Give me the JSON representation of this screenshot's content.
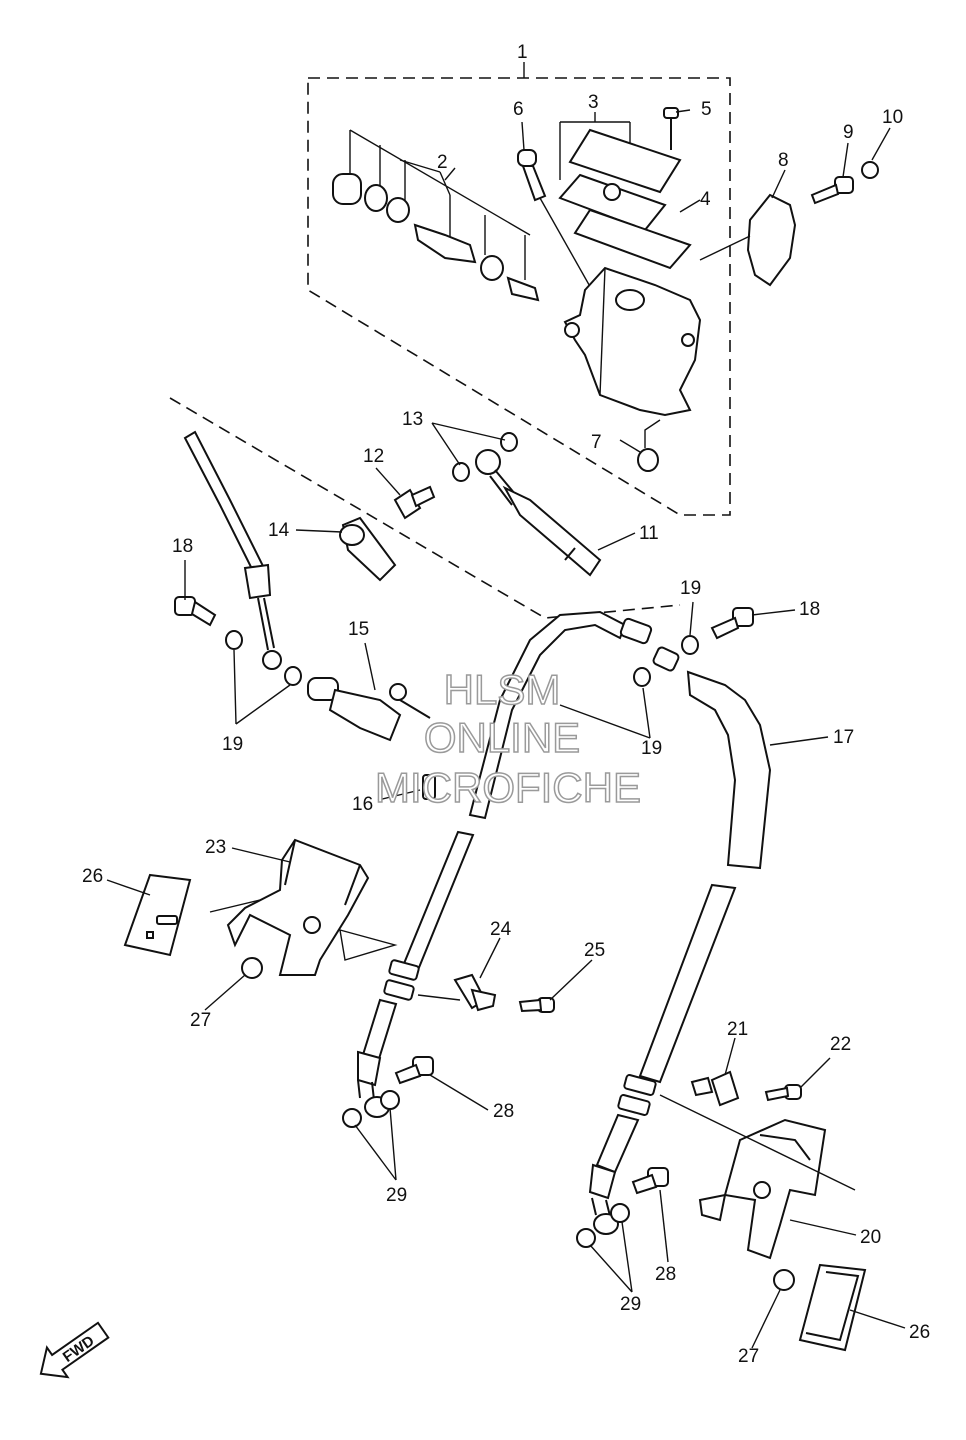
{
  "callouts": {
    "n1": "1",
    "n2": "2",
    "n3": "3",
    "n4": "4",
    "n5": "5",
    "n6": "6",
    "n7": "7",
    "n8": "8",
    "n9": "9",
    "n10": "10",
    "n11": "11",
    "n12": "12",
    "n13": "13",
    "n14": "14",
    "n15": "15",
    "n16": "16",
    "n17": "17",
    "n18a": "18",
    "n18b": "18",
    "n19a": "19",
    "n19b": "19",
    "n19c": "19",
    "n20": "20",
    "n21": "21",
    "n22": "22",
    "n23": "23",
    "n24": "24",
    "n25": "25",
    "n26a": "26",
    "n26b": "26",
    "n27a": "27",
    "n27b": "27",
    "n28a": "28",
    "n28b": "28",
    "n29a": "29",
    "n29b": "29"
  },
  "watermark": {
    "line1": "HLSM",
    "line2": "ONLINE",
    "line3": "MICROFICHE"
  },
  "direction_arrow": {
    "label": "FWD",
    "icon": "fwd-arrow-icon"
  }
}
